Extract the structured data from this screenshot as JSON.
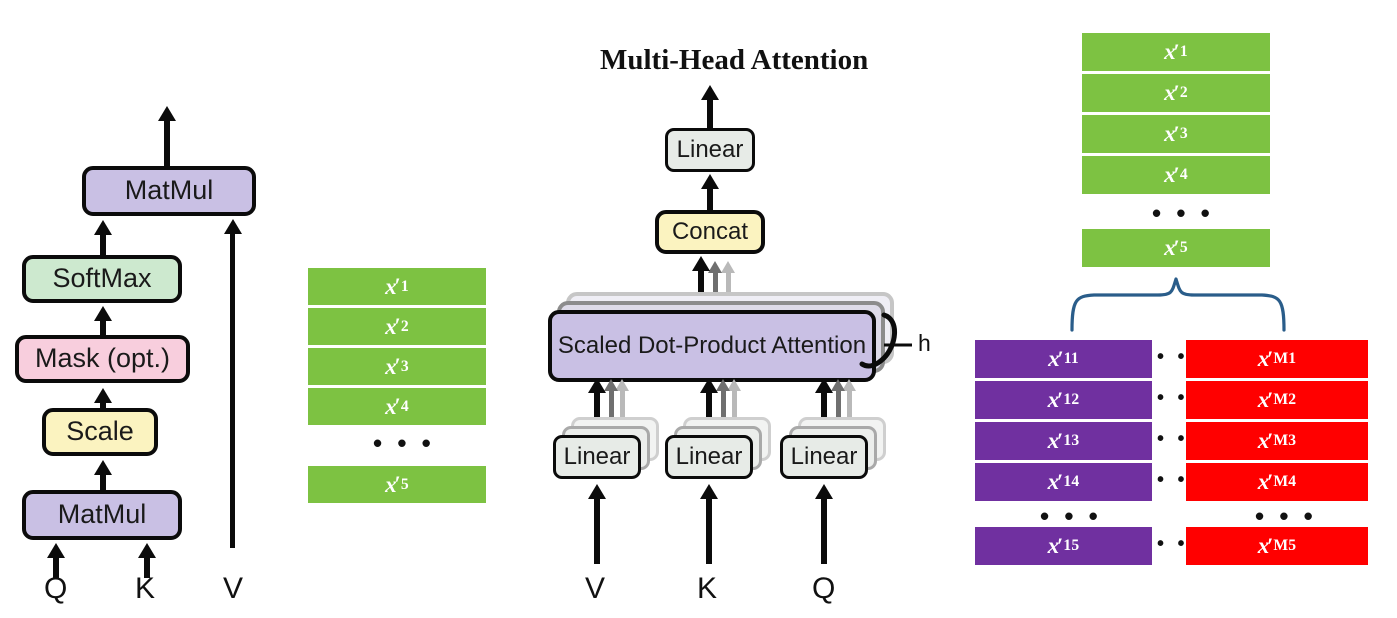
{
  "figure": {
    "left_panel": {
      "title": "",
      "boxes": [
        {
          "label": "MatMul",
          "color": "#c9c0e4",
          "name": "matmul-top"
        },
        {
          "label": "SoftMax",
          "color": "#cde9cf",
          "name": "softmax"
        },
        {
          "label": "Mask (opt.)",
          "color": "#f8cedd",
          "name": "mask-opt"
        },
        {
          "label": "Scale",
          "color": "#fbf3c0",
          "name": "scale"
        },
        {
          "label": "MatMul",
          "color": "#c9c0e4",
          "name": "matmul-bottom"
        }
      ],
      "inputs": [
        "Q",
        "K",
        "V"
      ]
    },
    "center_panel": {
      "title": "Multi-Head Attention",
      "boxes": [
        {
          "label": "Linear",
          "color": "#e7ebe7",
          "name": "linear-output"
        },
        {
          "label": "Concat",
          "color": "#fbf3c0",
          "name": "concat"
        },
        {
          "label": "Scaled Dot-Product Attention",
          "color": "#c9c0e4",
          "name": "scaled-dot-product-attention"
        }
      ],
      "linear_heads": [
        "Linear",
        "Linear",
        "Linear"
      ],
      "inputs": [
        "V",
        "K",
        "Q"
      ],
      "heads_label": "h"
    },
    "matrices": {
      "green_left": {
        "color": "#7dc242",
        "rows": [
          "x'_1",
          "x'_2",
          "x'_3",
          "x'_4"
        ],
        "ellipsis": "• • •",
        "last_row": "x'_5",
        "cells": [
          {
            "base": "x",
            "prime": "′",
            "sub": "1"
          },
          {
            "base": "x",
            "prime": "′",
            "sub": "2"
          },
          {
            "base": "x",
            "prime": "′",
            "sub": "3"
          },
          {
            "base": "x",
            "prime": "′",
            "sub": "4"
          },
          {
            "base": "x",
            "prime": "′",
            "sub": "5"
          }
        ]
      },
      "green_right": {
        "color": "#7dc242",
        "ellipsis": "• • •",
        "cells": [
          {
            "base": "x",
            "prime": "′",
            "sub": "1"
          },
          {
            "base": "x",
            "prime": "′",
            "sub": "2"
          },
          {
            "base": "x",
            "prime": "′",
            "sub": "3"
          },
          {
            "base": "x",
            "prime": "′",
            "sub": "4"
          },
          {
            "base": "x",
            "prime": "′",
            "sub": "5"
          }
        ]
      },
      "purple": {
        "color": "#7030a0",
        "ellipsis": "• • •",
        "cells": [
          {
            "base": "x",
            "prime": "′",
            "sub": "11"
          },
          {
            "base": "x",
            "prime": "′",
            "sub": "12"
          },
          {
            "base": "x",
            "prime": "′",
            "sub": "13"
          },
          {
            "base": "x",
            "prime": "′",
            "sub": "14"
          },
          {
            "base": "x",
            "prime": "′",
            "sub": "15"
          }
        ]
      },
      "red": {
        "color": "#ff0000",
        "ellipsis": "• • •",
        "cells": [
          {
            "base": "x",
            "prime": "′",
            "sub": "M1"
          },
          {
            "base": "x",
            "prime": "′",
            "sub": "M2"
          },
          {
            "base": "x",
            "prime": "′",
            "sub": "M3"
          },
          {
            "base": "x",
            "prime": "′",
            "sub": "M4"
          },
          {
            "base": "x",
            "prime": "′",
            "sub": "M5"
          }
        ]
      },
      "row_separator_dots": [
        "• • •",
        "• • •",
        "• • •",
        "• • •",
        "• • •"
      ],
      "brace_color": "#2a5d8a"
    }
  }
}
